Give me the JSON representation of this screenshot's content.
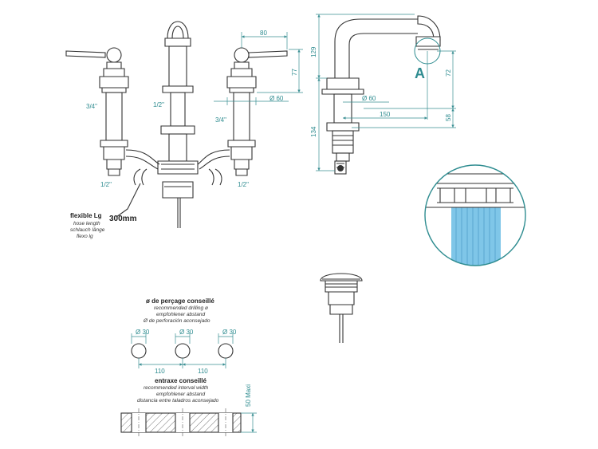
{
  "front_view": {
    "dim_80": "80",
    "dim_77": "77",
    "dim_60": "Ø 60",
    "left_thread_top": "3/4\"",
    "center_thread": "1/2\"",
    "right_thread_top": "3/4\"",
    "left_thread_bottom": "1/2\"",
    "right_thread_bottom": "1/2\""
  },
  "side_view": {
    "dim_129": "129",
    "dim_72": "72",
    "dim_58": "58",
    "dim_134": "134",
    "dim_60": "Ø 60",
    "dim_150": "150",
    "detail_label": "A"
  },
  "hose": {
    "title": "flexible Lg",
    "line2": "hose length",
    "line3": "schlauch länge",
    "line4": "flexo lg",
    "length": "300mm"
  },
  "drilling": {
    "title": "ø de perçage conseillé",
    "line2": "recommended drilling ø",
    "line3": "empfohlener abstand",
    "line4": "Ø de perforación aconsejado",
    "hole1": "Ø 30",
    "hole2": "Ø 30",
    "hole3": "Ø 30",
    "spacing1": "110",
    "spacing2": "110"
  },
  "interval": {
    "title": "entraxe conseillé",
    "line2": "recommended interval width",
    "line3": "empfohlener abstand",
    "line4": "distancia entre taladros aconsejado",
    "max_label": "50 Maxi"
  },
  "colors": {
    "dimension": "#2e8c90",
    "water": "#7fc6e8",
    "line": "#333333"
  }
}
